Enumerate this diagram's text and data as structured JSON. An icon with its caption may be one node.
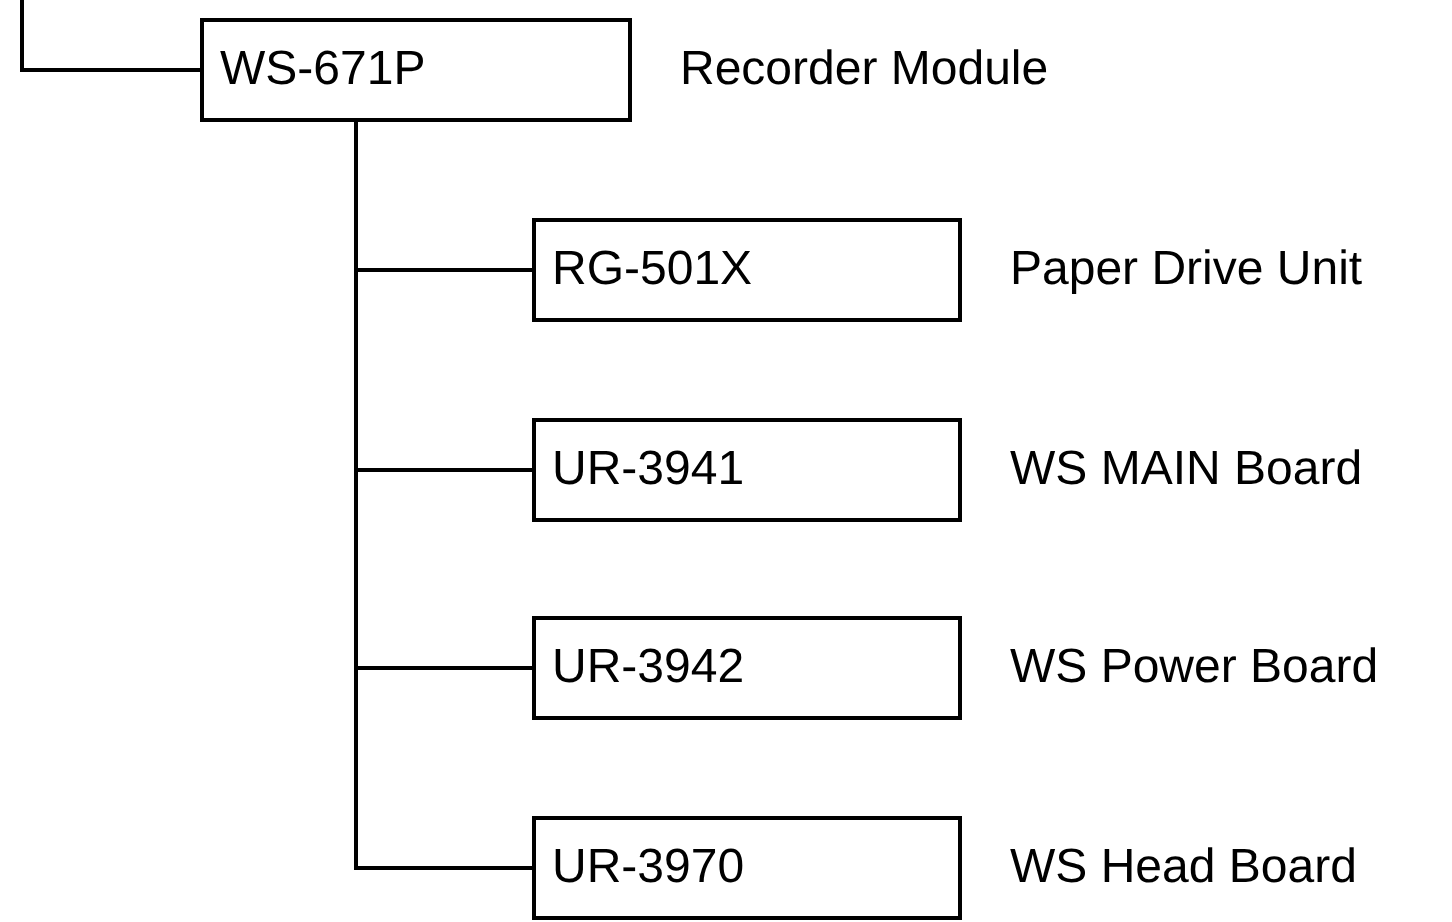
{
  "diagram": {
    "nodes": [
      {
        "text": [
          "WS-671P"
        ],
        "beside": [
          "Recorder Module"
        ]
      },
      {
        "text": [
          "RG-501X"
        ],
        "beside": [
          "Paper Drive Unit"
        ]
      },
      {
        "text": [
          "UR-3941"
        ],
        "beside": [
          "WS MAIN Board"
        ]
      },
      {
        "text": [
          "UR-3942"
        ],
        "beside": [
          "WS Power Board"
        ]
      },
      {
        "text": [
          "UR-3970"
        ],
        "beside": [
          "WS Head Board"
        ]
      }
    ],
    "edges": [
      {
        "from": null,
        "to": 0,
        "arrow": "none"
      },
      {
        "from": 0,
        "to": 1,
        "arrow": "none"
      },
      {
        "from": 0,
        "to": 2,
        "arrow": "none"
      },
      {
        "from": 0,
        "to": 3,
        "arrow": "none"
      },
      {
        "from": 0,
        "to": 4,
        "arrow": "none"
      }
    ]
  }
}
